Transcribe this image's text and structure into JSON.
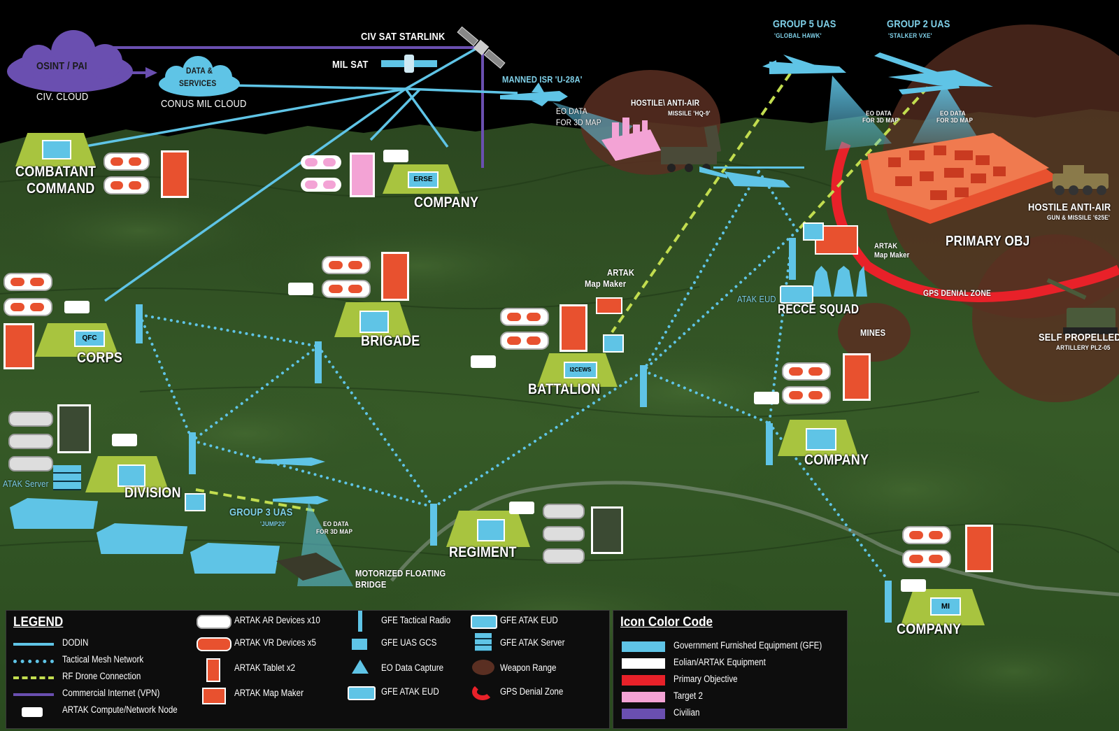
{
  "colors": {
    "gfe": "#5fc4e6",
    "eolian": "#ffffff",
    "primary": "#e82129",
    "target2": "#f3a3d5",
    "civilian": "#6a4fb0",
    "terrain": "#2f4d22",
    "weapon_range": "#5a2f22"
  },
  "top": {
    "civ_sat": "CIV SAT STARLINK",
    "mil_sat": "MIL SAT",
    "osint": "OSINT / PAI",
    "civ_cloud": "CIV. CLOUD",
    "data_services_1": "DATA &",
    "data_services_2": "SERVICES",
    "conus": "CONUS MIL CLOUD",
    "manned_isr": "MANNED ISR 'U-28A'",
    "eo_data_1": "EO DATA",
    "eo_data_2": "FOR 3D MAP",
    "hostile_aa_1": "HOSTILE\\ ANTI-AIR",
    "hostile_aa_2": "MISSILE 'HQ-9'",
    "group5": "GROUP 5 UAS",
    "group5_sub": "'GLOBAL HAWK'",
    "group2": "GROUP 2 UAS",
    "group2_sub": "'STALKER VXE'",
    "eo_small_1": "EO DATA",
    "eo_small_2": "FOR 3D MAP"
  },
  "nodes": {
    "combatant_1": "COMBATANT",
    "combatant_2": "COMMAND",
    "company_top": "COMPANY",
    "erse": "ERSE",
    "qfc": "QFC",
    "corps": "CORPS",
    "brigade": "BRIGADE",
    "battalion": "BATTALION",
    "i2cews": "I2CEWS",
    "division": "DIVISION",
    "atak_server": "ATAK Server",
    "regiment": "REGIMENT",
    "company_mid": "COMPANY",
    "company_bot": "COMPANY",
    "mi": "MI",
    "group3": "GROUP 3 UAS",
    "group3_sub": "'JUMP20'",
    "eo_g3_1": "EO DATA",
    "eo_g3_2": "FOR 3D MAP",
    "bridge_1": "MOTORIZED FLOATING",
    "bridge_2": "BRIDGE",
    "artak_mm_1": "ARTAK",
    "artak_mm_2": "Map Maker",
    "artak_mm2_1": "ARTAK",
    "artak_mm2_2": "Map Maker",
    "atak_eud": "ATAK EUD",
    "recce": "RECCE SQUAD",
    "mines": "MINES",
    "primary_obj": "PRIMARY OBJ",
    "gps_zone": "GPS DENIAL ZONE",
    "hostile_gun_1": "HOSTILE ANTI-AIR",
    "hostile_gun_2": "GUN & MISSILE '625E'",
    "sp_arty_1": "SELF PROPELLED",
    "sp_arty_2": "ARTILLERY PLZ-05"
  },
  "legend": {
    "title": "LEGEND",
    "col1": [
      "DODIN",
      "Tactical Mesh Network",
      "RF Drone Connection",
      "Commercial Internet (VPN)",
      "ARTAK Compute/Network Node"
    ],
    "col2": [
      "ARTAK AR Devices x10",
      "ARTAK VR Devices x5",
      "ARTAK Tablet x2",
      "ARTAK Map Maker"
    ],
    "col3": [
      "GFE Tactical Radio",
      "GFE UAS GCS",
      "EO Data Capture",
      "GFE ATAK EUD"
    ],
    "col4": [
      "GFE ATAK EUD",
      "GFE ATAK Server",
      "Weapon Range",
      "GPS Denial Zone"
    ]
  },
  "color_code": {
    "title": "Icon Color Code",
    "items": [
      "Government Furnished Equipment (GFE)",
      "Eolian/ARTAK Equipment",
      "Primary Objective",
      "Target 2",
      "Civilian"
    ]
  }
}
